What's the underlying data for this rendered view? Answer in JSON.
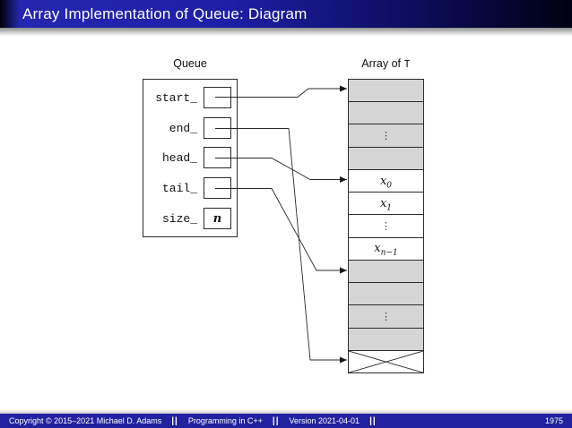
{
  "header": {
    "title": "Array Implementation of Queue: Diagram"
  },
  "diagram": {
    "queue": {
      "title": "Queue",
      "fields": [
        {
          "label": "start_",
          "value": ""
        },
        {
          "label": "end_",
          "value": ""
        },
        {
          "label": "head_",
          "value": ""
        },
        {
          "label": "tail_",
          "value": ""
        },
        {
          "label": "size_",
          "value": "n"
        }
      ]
    },
    "array": {
      "title_prefix": "Array of ",
      "title_type": "T",
      "cells": [
        {
          "kind": "gray"
        },
        {
          "kind": "gray"
        },
        {
          "kind": "gray",
          "dots": "⋮"
        },
        {
          "kind": "gray"
        },
        {
          "kind": "white",
          "base": "x",
          "sub": "0"
        },
        {
          "kind": "white",
          "base": "x",
          "sub": "1"
        },
        {
          "kind": "white",
          "dots": "⋮"
        },
        {
          "kind": "white",
          "base": "x",
          "sub": "n−1"
        },
        {
          "kind": "gray"
        },
        {
          "kind": "gray"
        },
        {
          "kind": "gray",
          "dots": "⋮"
        },
        {
          "kind": "gray"
        },
        {
          "kind": "cross"
        }
      ]
    },
    "colors": {
      "header_blue": "#2222aa",
      "footer_blue": "#2222a0",
      "cell_gray": "#d5d5d5",
      "line": "#2b2b2b"
    }
  },
  "footer": {
    "copyright": "Copyright © 2015–2021 Michael D. Adams",
    "separator": "||",
    "course": "Programming in C++",
    "version": "Version 2021-04-01",
    "page": "1975"
  }
}
